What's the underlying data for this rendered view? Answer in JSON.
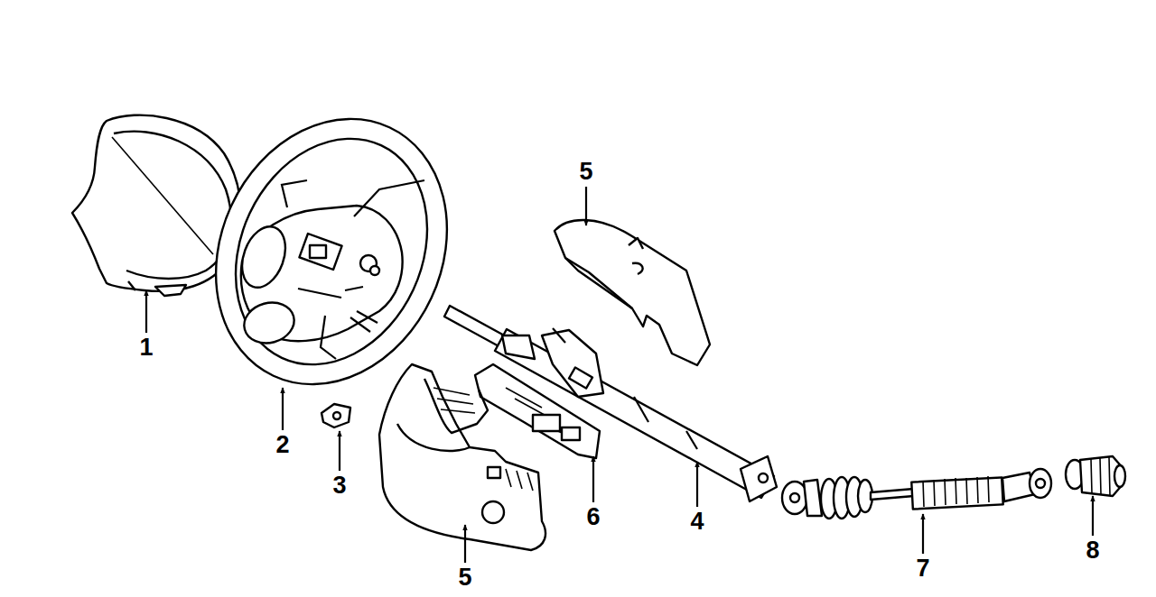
{
  "diagram": {
    "labels": [
      "1",
      "2",
      "3",
      "5",
      "5",
      "6",
      "4",
      "7",
      "8"
    ]
  }
}
